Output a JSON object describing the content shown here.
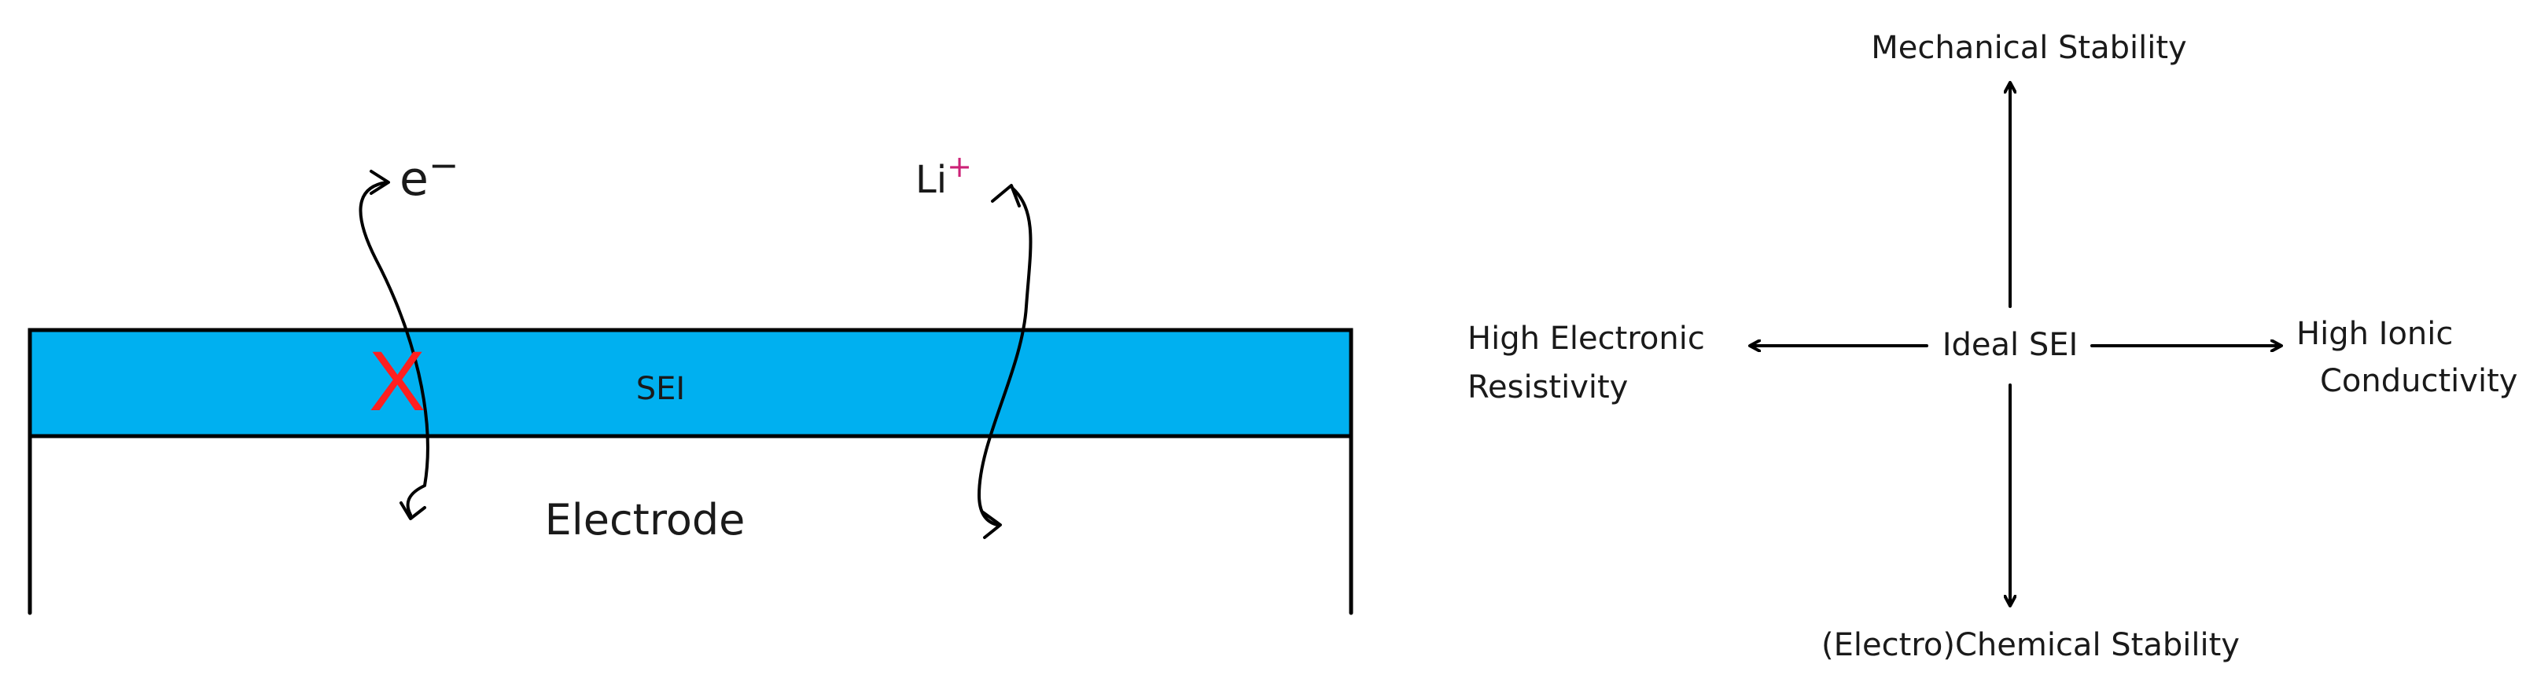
{
  "left_panel": {
    "sei_label": "SEI",
    "electrode_label": "Electrode",
    "electron_label": "e",
    "electron_sup": "−",
    "lithium_label": "Li",
    "lithium_sup": "+",
    "blocked_mark": "X",
    "colors": {
      "sei_fill": "#00b0f0",
      "blocked_mark": "#ff1f1f",
      "lithium_sup": "#cc2277"
    }
  },
  "right_panel": {
    "center_label": "Ideal SEI",
    "top_label": "Mechanical Stability",
    "bottom_label": "(Electro)Chemical Stability",
    "left_label_line1": "High Electronic",
    "left_label_line2": "Resistivity",
    "right_label_line1": "High Ionic",
    "right_label_line2": "Conductivity"
  }
}
